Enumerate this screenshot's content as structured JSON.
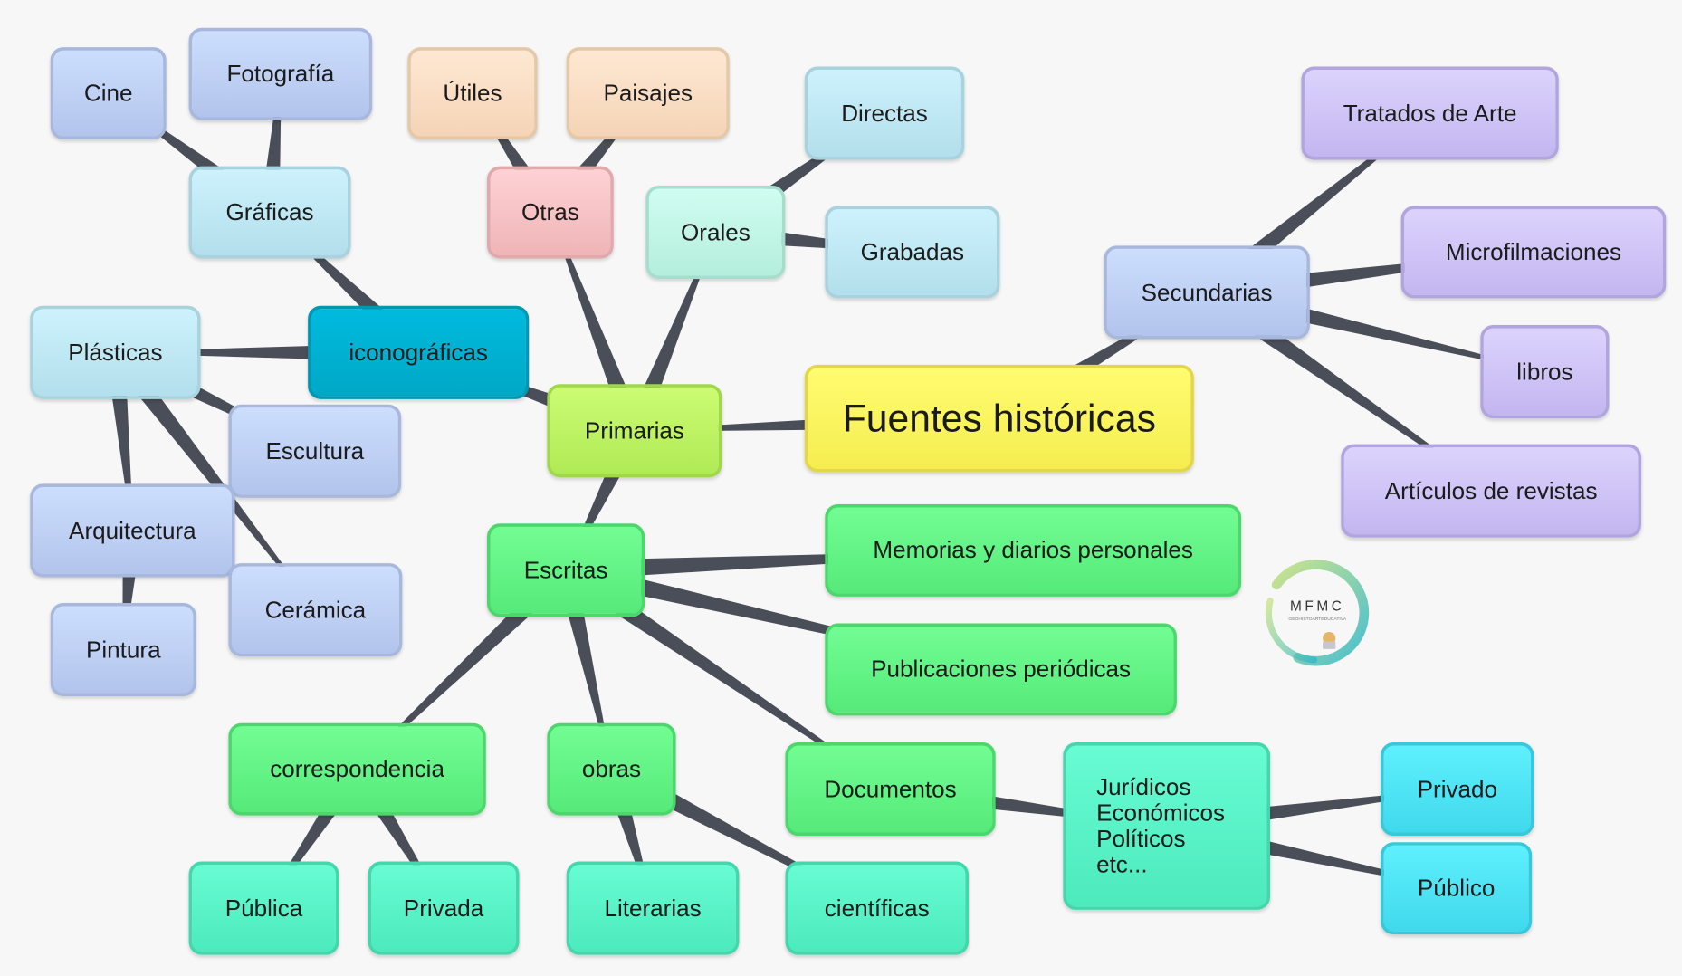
{
  "title": "Fuentes históricas",
  "nodes": {
    "cine": "Cine",
    "fotografia": "Fotografía",
    "graficas": "Gráficas",
    "utiles": "Útiles",
    "paisajes": "Paisajes",
    "otras": "Otras",
    "directas": "Directas",
    "orales": "Orales",
    "grabadas": "Grabadas",
    "tratados": "Tratados de Arte",
    "microfilmaciones": "Microfilmaciones",
    "secundarias": "Secundarias",
    "libros": "libros",
    "articulos": "Artículos de revistas",
    "fuentes": "Fuentes históricas",
    "plasticas": "Plásticas",
    "iconograficas": "iconográficas",
    "primarias": "Primarias",
    "escultura": "Escultura",
    "arquitectura": "Arquitectura",
    "ceramica": "Cerámica",
    "pintura": "Pintura",
    "escritas": "Escritas",
    "memorias": "Memorias y diarios personales",
    "publicaciones": "Publicaciones periódicas",
    "correspondencia": "correspondencia",
    "obras": "obras",
    "documentos": "Documentos",
    "juridicos": "Jurídicos\nEconómicos\nPolíticos\netc...",
    "privado": "Privado",
    "publico": "Público",
    "publica": "Pública",
    "privada": "Privada",
    "literarias": "Literarias",
    "cientificas": "científicas"
  },
  "edges": [
    [
      "fuentes",
      "primarias"
    ],
    [
      "fuentes",
      "secundarias"
    ],
    [
      "secundarias",
      "tratados"
    ],
    [
      "secundarias",
      "microfilmaciones"
    ],
    [
      "secundarias",
      "libros"
    ],
    [
      "secundarias",
      "articulos"
    ],
    [
      "primarias",
      "otras"
    ],
    [
      "primarias",
      "orales"
    ],
    [
      "primarias",
      "iconograficas"
    ],
    [
      "primarias",
      "escritas"
    ],
    [
      "otras",
      "utiles"
    ],
    [
      "otras",
      "paisajes"
    ],
    [
      "orales",
      "directas"
    ],
    [
      "orales",
      "grabadas"
    ],
    [
      "iconograficas",
      "graficas"
    ],
    [
      "iconograficas",
      "plasticas"
    ],
    [
      "graficas",
      "cine"
    ],
    [
      "graficas",
      "fotografia"
    ],
    [
      "plasticas",
      "escultura"
    ],
    [
      "plasticas",
      "arquitectura"
    ],
    [
      "plasticas",
      "ceramica"
    ],
    [
      "arquitectura",
      "pintura"
    ],
    [
      "escritas",
      "memorias"
    ],
    [
      "escritas",
      "publicaciones"
    ],
    [
      "escritas",
      "correspondencia"
    ],
    [
      "escritas",
      "obras"
    ],
    [
      "escritas",
      "documentos"
    ],
    [
      "correspondencia",
      "publica"
    ],
    [
      "correspondencia",
      "privada"
    ],
    [
      "obras",
      "literarias"
    ],
    [
      "obras",
      "cientificas"
    ],
    [
      "documentos",
      "juridicos"
    ],
    [
      "juridicos",
      "privado"
    ],
    [
      "juridicos",
      "publico"
    ]
  ],
  "logo": {
    "main": "MFMC",
    "sub": "GEOHISTOARTEDUCATIVA"
  },
  "colors": {
    "edge": "#4a4e58",
    "ring_start": "#c4e07a",
    "ring_end": "#2bb5c9"
  }
}
